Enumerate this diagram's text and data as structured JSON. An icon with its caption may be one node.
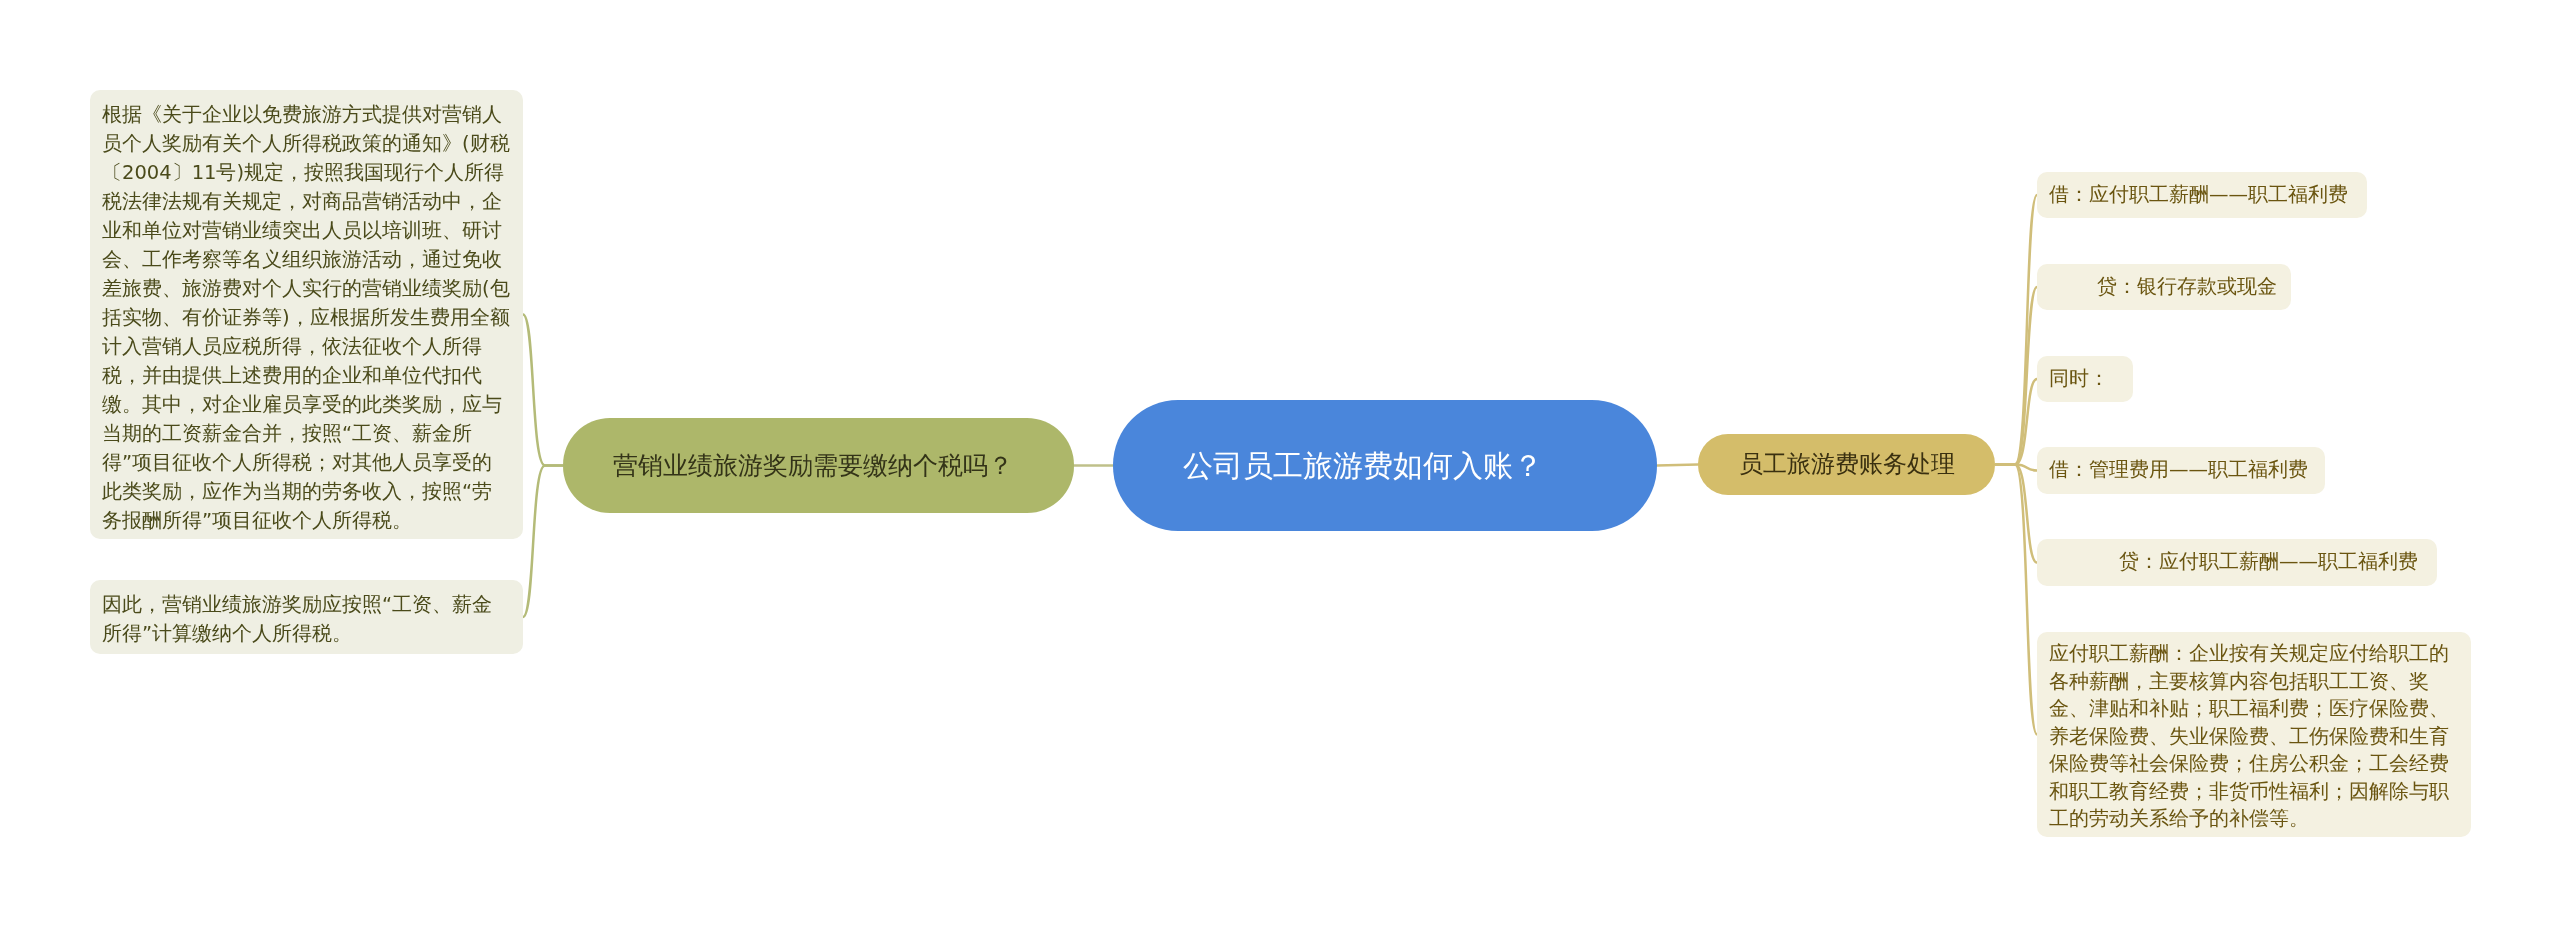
{
  "diagram": {
    "nodes": [
      {
        "text": [
          "公司员工旅游费如何入账？"
        ]
      },
      {
        "text": [
          "营销业绩旅游奖励需要缴纳个税吗？"
        ]
      },
      {
        "text": [
          "根据《关于企业以免费旅游方式提供对营销人员个人奖励有关个人所得税政策的通知》(财税〔2004〕11号)规定，按照我国现行个人所得税法律法规有关规定，对商品营销活动中，企业和单位对营销业绩突出人员以培训班、研讨会、工作考察等名义组织旅游活动，通过免收差旅费、旅游费对个人实行的营销业绩奖励(包括实物、有价证券等)，应根据所发生费用全额计入营销人员应税所得，依法征收个人所得税，并由提供上述费用的企业和单位代扣代缴。其中，对企业雇员享受的此类奖励，应与当期的工资薪金合并，按照“工资、薪金所得”项目征收个人所得税；对其他人员享受的此类奖励，应作为当期的劳务收入，按照“劳务报酬所得”项目征收个人所得税。"
        ]
      },
      {
        "text": [
          "因此，营销业绩旅游奖励应按照“工资、薪金所得”计算缴纳个人所得税。"
        ]
      },
      {
        "text": [
          "员工旅游费账务处理"
        ]
      },
      {
        "text": [
          "借：应付职工薪酬——职工福利费"
        ]
      },
      {
        "text": [
          "贷：银行存款或现金"
        ]
      },
      {
        "text": [
          "同时："
        ]
      },
      {
        "text": [
          "借：管理费用——职工福利费"
        ]
      },
      {
        "text": [
          "贷：应付职工薪酬——职工福利费"
        ]
      },
      {
        "text": [
          "应付职工薪酬：企业按有关规定应付给职工的各种薪酬，主要核算内容包括职工工资、奖金、津贴和补贴；职工福利费；医疗保险费、养老保险费、失业保险费、工伤保险费和生育保险费等社会保险费；住房公积金；工会经费和职工教育经费；非货币性福利；因解除与职工的劳动关系给予的补偿等。"
        ]
      }
    ],
    "edges": [
      {
        "from": 0,
        "to": 1,
        "arrow": "none"
      },
      {
        "from": 1,
        "to": 2,
        "arrow": "none"
      },
      {
        "from": 1,
        "to": 3,
        "arrow": "none"
      },
      {
        "from": 0,
        "to": 4,
        "arrow": "none"
      },
      {
        "from": 4,
        "to": 5,
        "arrow": "none"
      },
      {
        "from": 4,
        "to": 6,
        "arrow": "none"
      },
      {
        "from": 4,
        "to": 7,
        "arrow": "none"
      },
      {
        "from": 4,
        "to": 8,
        "arrow": "none"
      },
      {
        "from": 4,
        "to": 9,
        "arrow": "none"
      },
      {
        "from": 4,
        "to": 10,
        "arrow": "none"
      }
    ]
  }
}
